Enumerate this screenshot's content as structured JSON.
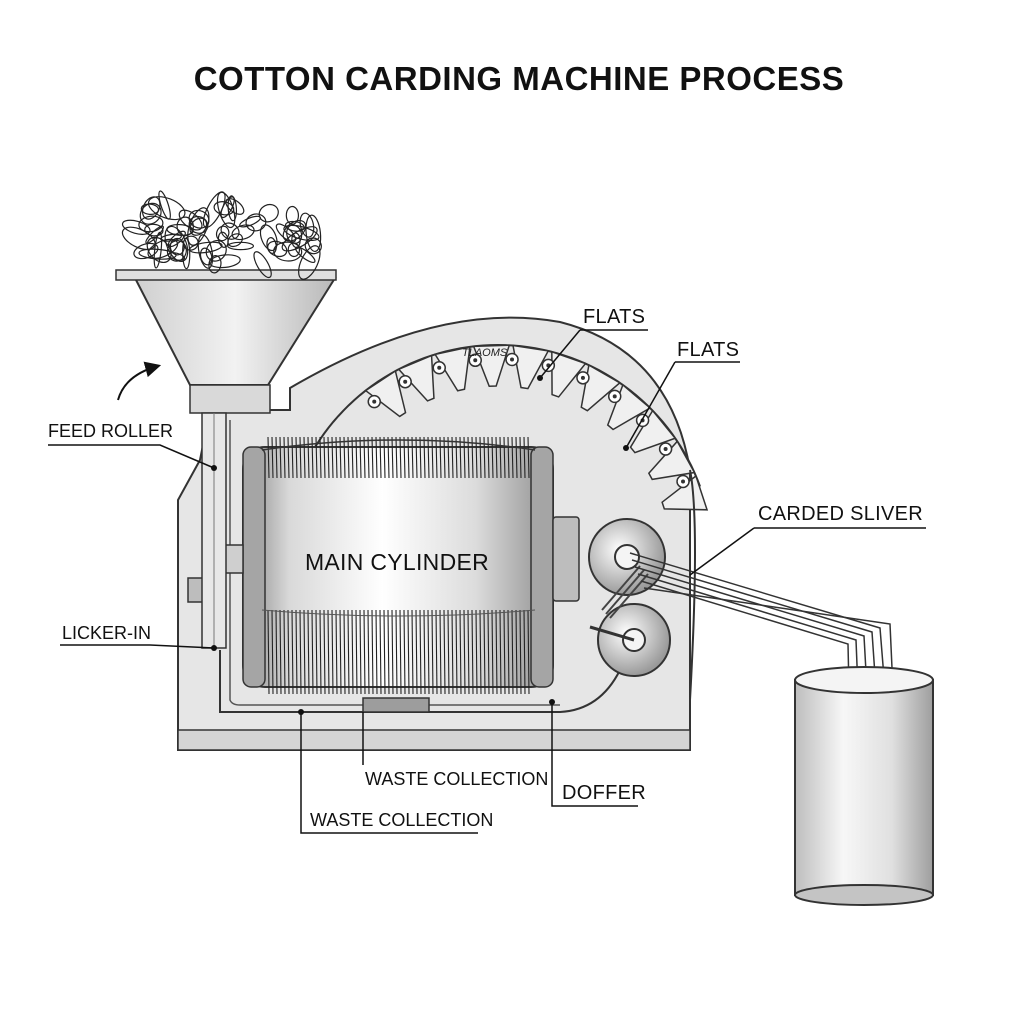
{
  "title": "COTTON CARDING MACHINE PROCESS",
  "labels": {
    "flats_top": "FLATS",
    "flats_right": "FLATS",
    "feed_roller": "FEED ROLLER",
    "licker_in": "LICKER-IN",
    "main_cylinder": "MAIN CYLINDER",
    "carded_sliver": "CARDED SLIVER",
    "waste_collection_upper": "WASTE COLLECTION",
    "waste_collection_lower": "WASTE COLLECTION",
    "doffer": "DOFFER",
    "flats_chain_text": "TLAOMS"
  },
  "colors": {
    "background": "#ffffff",
    "line": "#111111",
    "metal_light": "#f2f2f2",
    "metal_mid": "#c8c8c8",
    "metal_dark": "#7a7a7a",
    "frame": "#e6e6e6"
  }
}
